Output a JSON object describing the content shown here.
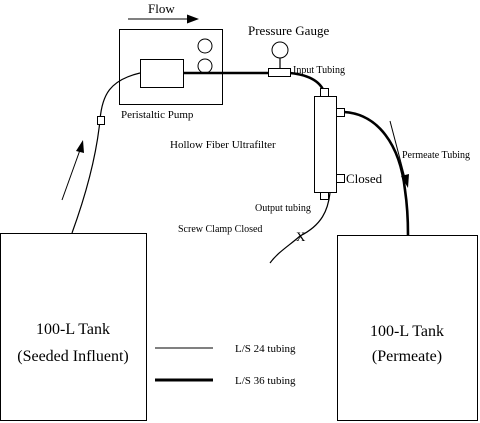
{
  "labels": {
    "flow": "Flow",
    "pressure_gauge": "Pressure Gauge",
    "input_tubing": "Input Tubing",
    "peristaltic_pump": "Peristaltic Pump",
    "hollow_fiber": "Hollow Fiber Ultrafilter",
    "permeate_tubing": "Permeate Tubing",
    "closed": "Closed",
    "output_tubing": "Output tubing",
    "screw_clamp": "Screw Clamp Closed",
    "clamp_mark": "X"
  },
  "tanks": {
    "left": {
      "line1": "100-L Tank",
      "line2": "(Seeded Influent)"
    },
    "right": {
      "line1": "100-L Tank",
      "line2": "(Permeate)"
    }
  },
  "legend": {
    "thin_label": "L/S 24 tubing",
    "thick_label": "L/S 36 tubing"
  },
  "colors": {
    "stroke": "#000000",
    "background": "#ffffff"
  }
}
